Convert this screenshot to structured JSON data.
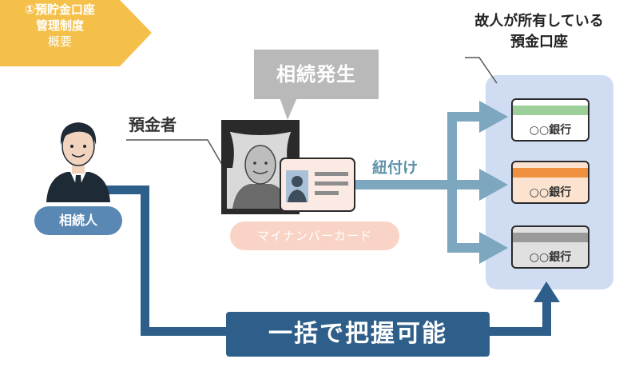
{
  "section_tag": {
    "line1": "①預貯金口座",
    "line2": "管理制度",
    "line3": "概要"
  },
  "owned_accounts_label": {
    "line1": "故人が所有している",
    "line2": "預金口座"
  },
  "inheritance_bubble": "相続発生",
  "depositor_label": "預金者",
  "heir_label": "相続人",
  "mynumber_card_label": "マイナンバーカード",
  "link_label": "紐付け",
  "banks": [
    {
      "label": "○○銀行",
      "band_color": "#9ccf9a"
    },
    {
      "label": "○○銀行",
      "band_color": "#f0913f"
    },
    {
      "label": "○○銀行",
      "band_color": "#9a9a9a"
    }
  ],
  "bottom_label": "一括で把握可能",
  "colors": {
    "tag": "#f5c04a",
    "arrow": "#7da7bf",
    "heir": "#5a88b5",
    "bottom_box": "#2e5f8a",
    "bank_panel": "#cfdcf2"
  }
}
